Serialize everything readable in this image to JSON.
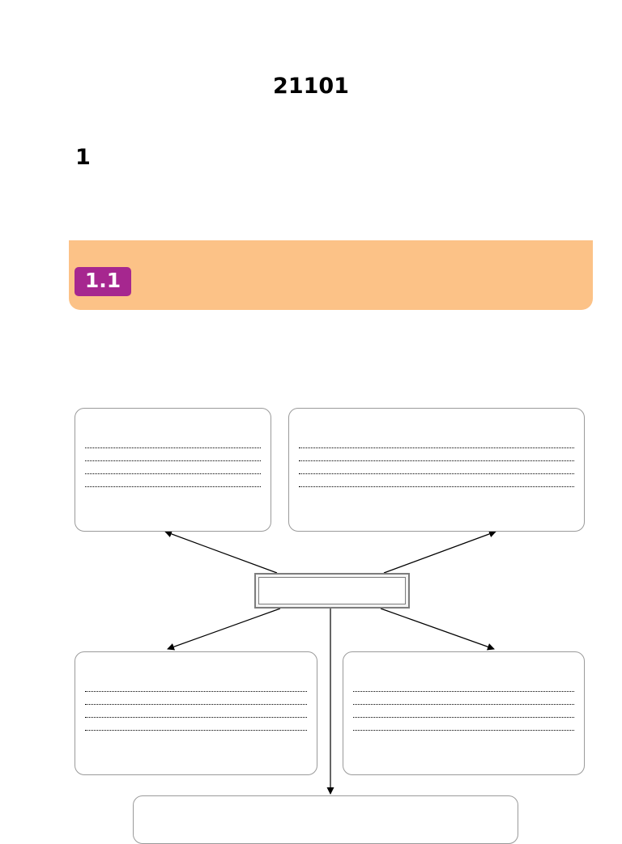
{
  "header": {
    "course_title": "",
    "course_code_prefix": "",
    "course_code": "21101",
    "unit_label": "",
    "unit_number": "1",
    "unit_title": "",
    "unit_title_line2": ""
  },
  "banner": {
    "kicker": "",
    "badge": "1.1",
    "heading": "",
    "heading_line2": ""
  },
  "instructions": {
    "label": "",
    "text": ""
  },
  "diagram": {
    "center_label": "",
    "top_left": {
      "title": ""
    },
    "top_right": {
      "title": ""
    },
    "bottom_left": {
      "title": ""
    },
    "bottom_right": {
      "title": ""
    },
    "bottom_center": {
      "title": ""
    }
  }
}
